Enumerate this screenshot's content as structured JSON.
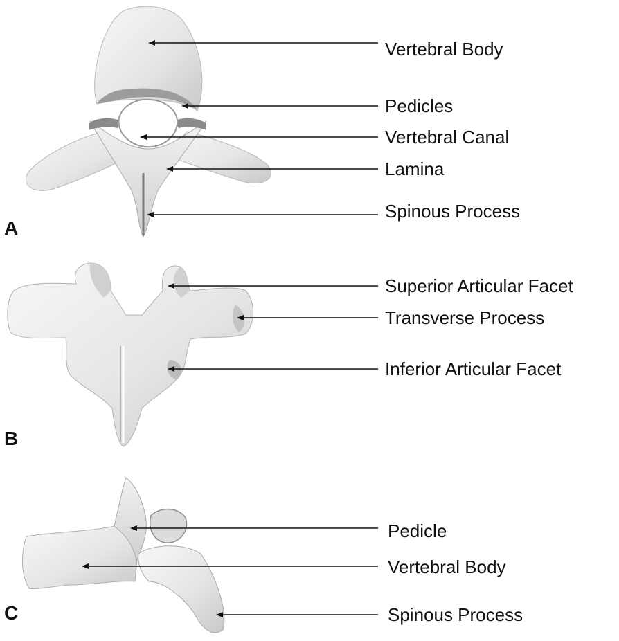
{
  "panels": [
    {
      "letter": "A",
      "labels": [
        "Vertebral Body",
        "Pedicles",
        "Vertebral Canal",
        "Lamina",
        "Spinous Process"
      ]
    },
    {
      "letter": "B",
      "labels": [
        "Superior Articular Facet",
        "Transverse Process",
        "Inferior Articular Facet"
      ]
    },
    {
      "letter": "C",
      "labels": [
        "Pedicle",
        "Vertebral Body",
        "Spinous Process"
      ]
    }
  ],
  "colors": {
    "bone_light": "#f3f3f3",
    "bone_mid": "#d6d6d6",
    "bone_dark": "#8f8f8f",
    "line": "#111111"
  }
}
